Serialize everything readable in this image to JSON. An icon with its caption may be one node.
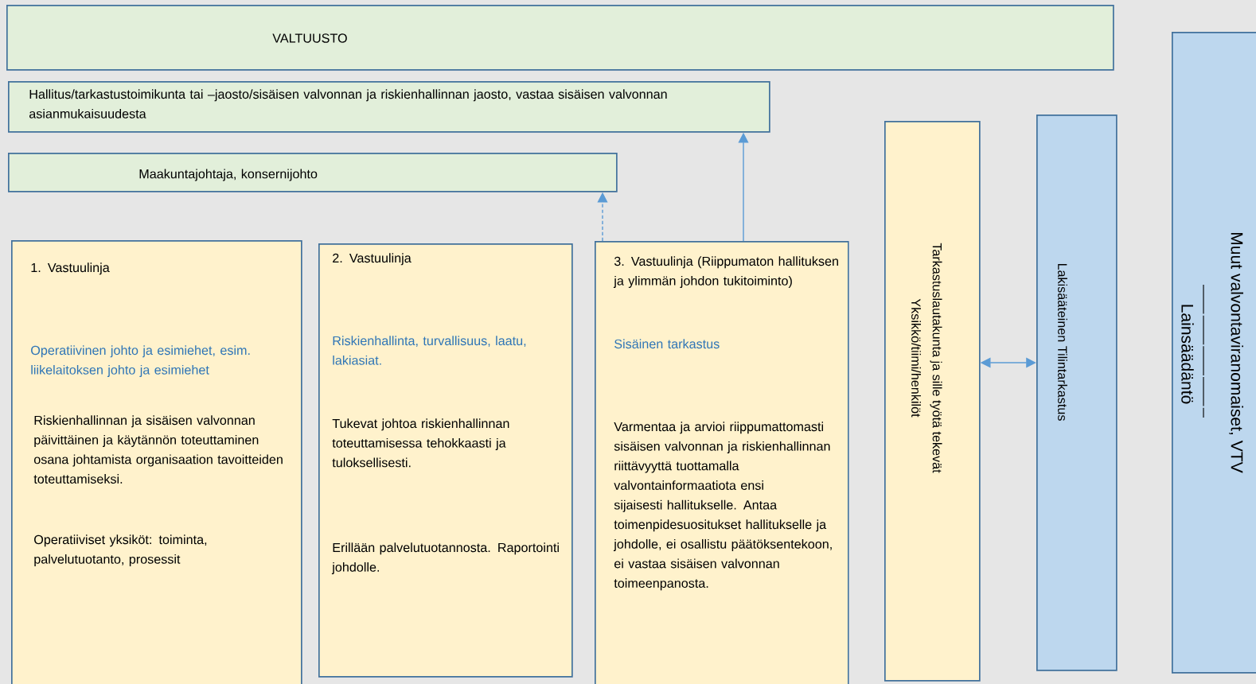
{
  "diagram": {
    "nodes": [
      {
        "text": [
          "VALTUUSTO"
        ]
      },
      {
        "text": [
          "Hallitus/tarkastustoimikunta tai –jaosto/sisäisen valvonnan ja riskienhallinnan jaosto, vastaa sisäisen valvonnan asianmukaisuudesta"
        ]
      },
      {
        "text": [
          "Maakuntajohtaja, konsernijohto"
        ]
      },
      {
        "text": [
          "1. Vastuulinja",
          "Operatiivinen johto ja esimiehet, esim. liikelaitoksen johto ja esimiehet",
          "Riskienhallinnan ja sisäisen valvonnan päivittäinen ja käytännön toteuttaminen osana johtamista organisaation tavoitteiden toteuttamiseksi.",
          "Operatiiviset yksiköt: toiminta, palvelutuotanto, prosessit"
        ]
      },
      {
        "text": [
          "2. Vastuulinja",
          "Riskienhallinta, turvallisuus, laatu, lakiasiat.",
          "Tukevat johtoa riskienhallinnan toteuttamisessa tehokkaasti ja tuloksellisesti.",
          "Erillään palvelutuotannosta. Raportointi johdolle."
        ]
      },
      {
        "text": [
          "3. Vastuulinja (Riippumaton hallituksen ja ylimmän johdon tukitoiminto)",
          "Sisäinen tarkastus",
          "Varmentaa ja arvioi riippumattomasti sisäisen valvonnan ja riskienhallinnan riittävyyttä tuottamalla valvontainformaatiota ensi sijaisesti hallitukselle. Antaa toimenpidesuositukset hallitukselle ja johdolle, ei osallistu päätöksentekoon, ei vastaa sisäisen valvonnan toimeenpanosta."
        ]
      },
      {
        "text": [
          "Tarkastuslautakunta ja sille työtä tekevät",
          "Yksikkö/tiimi/henkilöt"
        ]
      },
      {
        "text": [
          "Lakisääteinen Tilintarkastus"
        ]
      },
      {
        "text": [
          "Muut valvontaviranomaiset, VTV",
          "Lainsäädäntö"
        ]
      }
    ],
    "edges": [
      {
        "from": 5,
        "to": 2,
        "arrow": "to",
        "style": "dashed"
      },
      {
        "from": 5,
        "to": 1,
        "arrow": "to"
      },
      {
        "from": 6,
        "to": 7,
        "arrow": "both"
      }
    ]
  }
}
